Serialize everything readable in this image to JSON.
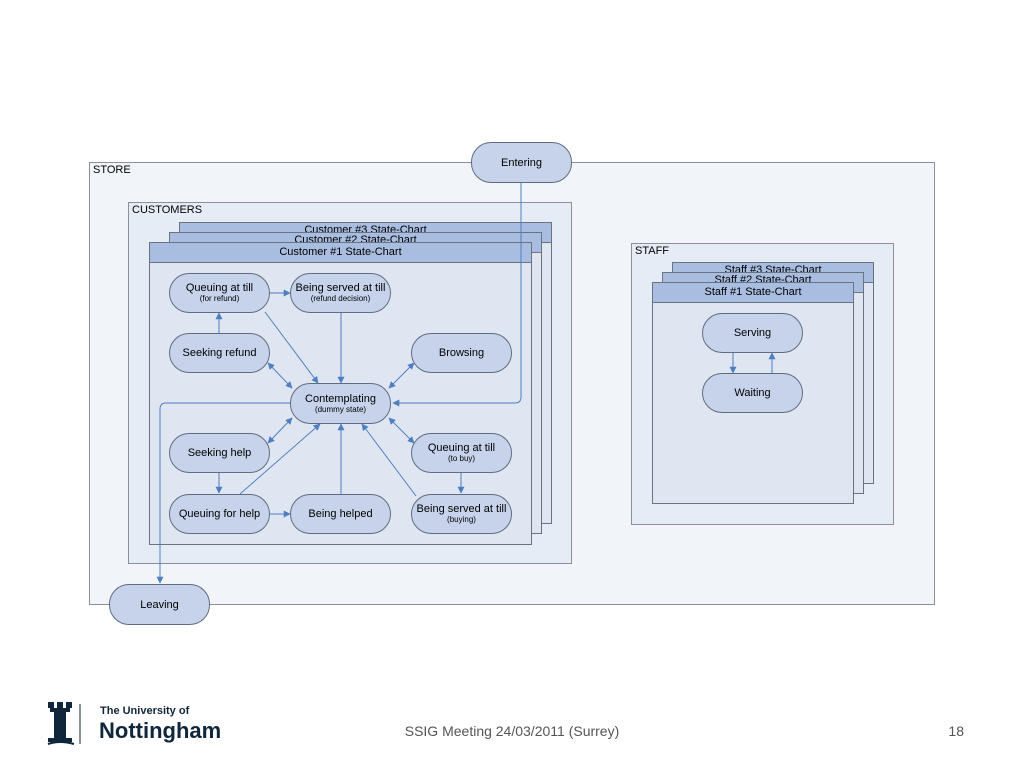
{
  "store": {
    "label": "STORE"
  },
  "customers": {
    "label": "CUSTOMERS",
    "charts": [
      "Customer #3 State-Chart",
      "Customer #2 State-Chart",
      "Customer #1 State-Chart"
    ]
  },
  "staff": {
    "label": "STAFF",
    "charts": [
      "Staff #3 State-Chart",
      "Staff #2 State-Chart",
      "Staff #1 State-Chart"
    ]
  },
  "nodes": {
    "entering": {
      "label": "Entering"
    },
    "leaving": {
      "label": "Leaving"
    },
    "queuing_refund": {
      "label": "Queuing at till",
      "sub": "(for refund)"
    },
    "served_refund": {
      "label": "Being served at till",
      "sub": "(refund decision)"
    },
    "seeking_refund": {
      "label": "Seeking refund"
    },
    "browsing": {
      "label": "Browsing"
    },
    "contemplating": {
      "label": "Contemplating",
      "sub": "(dummy state)"
    },
    "seeking_help": {
      "label": "Seeking help"
    },
    "queuing_buy": {
      "label": "Queuing at till",
      "sub": "(to buy)"
    },
    "queuing_help": {
      "label": "Queuing for help"
    },
    "being_helped": {
      "label": "Being helped"
    },
    "served_buy": {
      "label": "Being served at till",
      "sub": "(buying)"
    },
    "serving": {
      "label": "Serving"
    },
    "waiting": {
      "label": "Waiting"
    }
  },
  "footer": {
    "logo_line1": "The University of",
    "logo_line2": "Nottingham",
    "meeting": "SSIG Meeting 24/03/2011 (Surrey)",
    "page": "18"
  },
  "colors": {
    "node_fill": "#c6d3eb",
    "header_fill": "#a8bde0",
    "edge": "#4f7fc0"
  }
}
